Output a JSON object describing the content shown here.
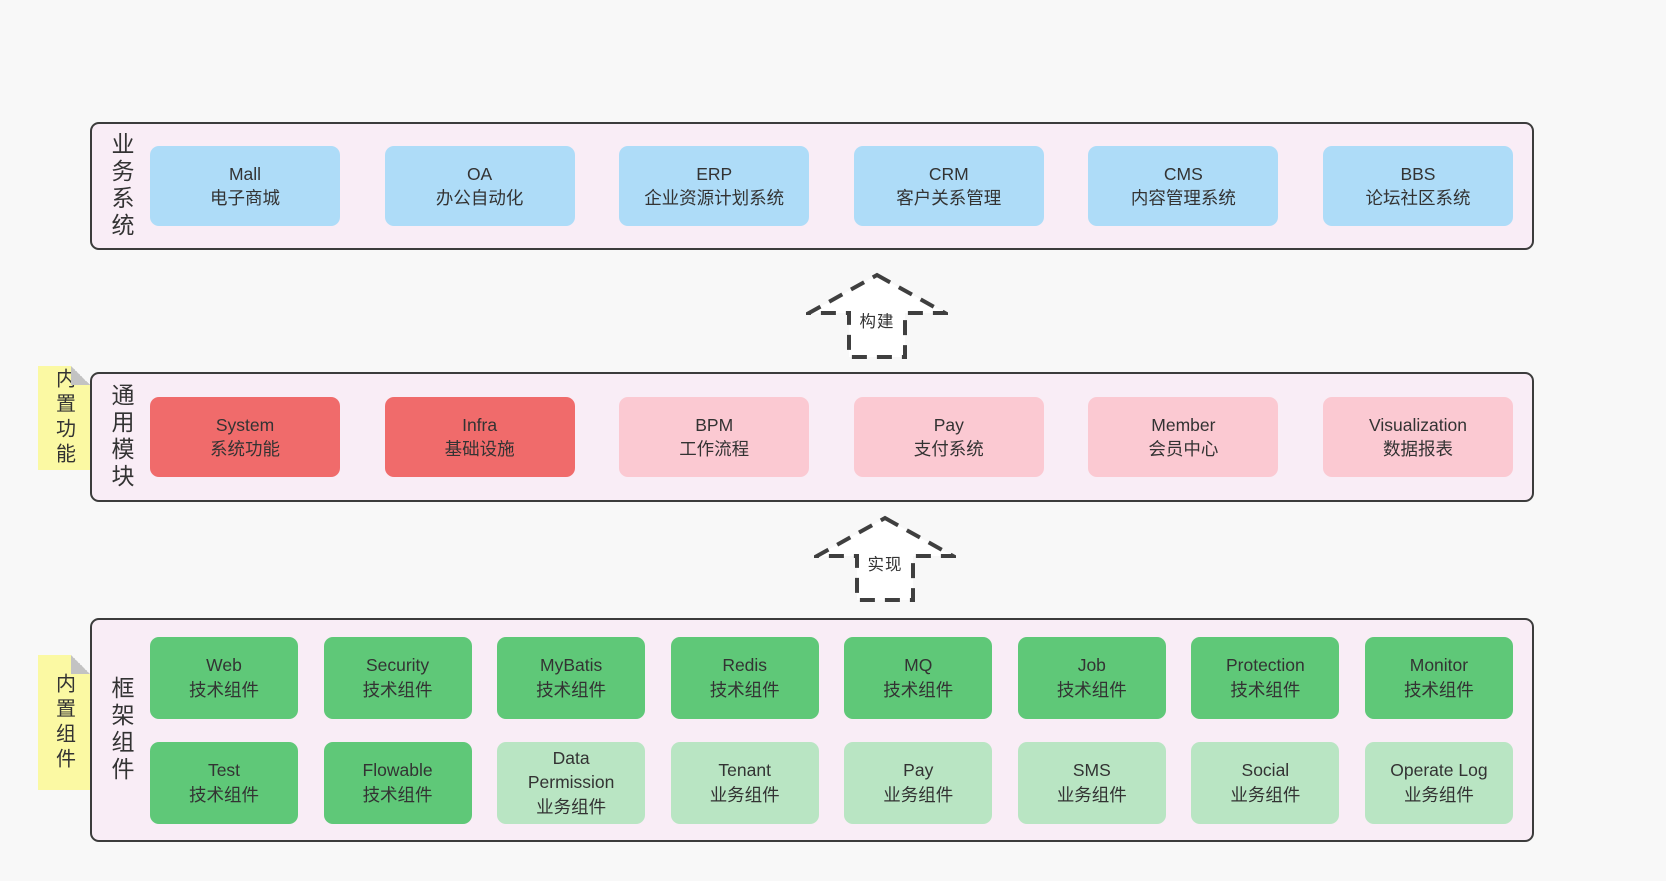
{
  "palette": {
    "page_bg": "#f8f8f8",
    "panel_bg": "#f9edf6",
    "panel_border": "#3c3c3c",
    "blue": "#aedcf8",
    "red": "#f06b6b",
    "pink": "#fbc9d2",
    "green": "#5fc878",
    "light_green": "#b9e5c3",
    "sticky_yellow": "#fbf9a3",
    "text": "#333333"
  },
  "arrows": {
    "build": "构建",
    "implement": "实现"
  },
  "business": {
    "label": "业务系统",
    "items": [
      {
        "name": "Mall",
        "desc": "电子商城"
      },
      {
        "name": "OA",
        "desc": "办公自动化"
      },
      {
        "name": "ERP",
        "desc": "企业资源计划系统"
      },
      {
        "name": "CRM",
        "desc": "客户关系管理"
      },
      {
        "name": "CMS",
        "desc": "内容管理系统"
      },
      {
        "name": "BBS",
        "desc": "论坛社区系统"
      }
    ]
  },
  "modules": {
    "sticky": "内置功能",
    "label": "通用模块",
    "items": [
      {
        "name": "System",
        "desc": "系统功能",
        "variant": "red"
      },
      {
        "name": "Infra",
        "desc": "基础设施",
        "variant": "red"
      },
      {
        "name": "BPM",
        "desc": "工作流程",
        "variant": "pink"
      },
      {
        "name": "Pay",
        "desc": "支付系统",
        "variant": "pink"
      },
      {
        "name": "Member",
        "desc": "会员中心",
        "variant": "pink"
      },
      {
        "name": "Visualization",
        "desc": "数据报表",
        "variant": "pink"
      }
    ]
  },
  "framework": {
    "sticky": "内置组件",
    "label": "框架组件",
    "row1": [
      {
        "name": "Web",
        "desc": "技术组件",
        "variant": "green"
      },
      {
        "name": "Security",
        "desc": "技术组件",
        "variant": "green"
      },
      {
        "name": "MyBatis",
        "desc": "技术组件",
        "variant": "green"
      },
      {
        "name": "Redis",
        "desc": "技术组件",
        "variant": "green"
      },
      {
        "name": "MQ",
        "desc": "技术组件",
        "variant": "green"
      },
      {
        "name": "Job",
        "desc": "技术组件",
        "variant": "green"
      },
      {
        "name": "Protection",
        "desc": "技术组件",
        "variant": "green"
      },
      {
        "name": "Monitor",
        "desc": "技术组件",
        "variant": "green"
      }
    ],
    "row2": [
      {
        "name": "Test",
        "desc": "技术组件",
        "variant": "green"
      },
      {
        "name": "Flowable",
        "desc": "技术组件",
        "variant": "green"
      },
      {
        "name": "Data Permission",
        "desc": "业务组件",
        "variant": "light-green"
      },
      {
        "name": "Tenant",
        "desc": "业务组件",
        "variant": "light-green"
      },
      {
        "name": "Pay",
        "desc": "业务组件",
        "variant": "light-green"
      },
      {
        "name": "SMS",
        "desc": "业务组件",
        "variant": "light-green"
      },
      {
        "name": "Social",
        "desc": "业务组件",
        "variant": "light-green"
      },
      {
        "name": "Operate Log",
        "desc": "业务组件",
        "variant": "light-green"
      }
    ]
  }
}
